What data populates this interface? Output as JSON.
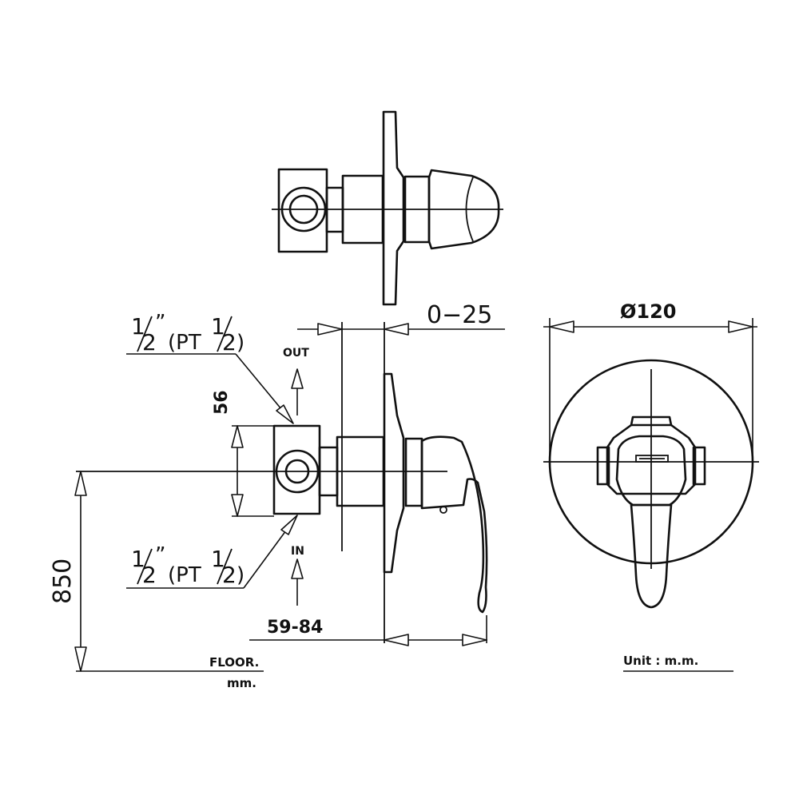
{
  "labels": {
    "thread_out_half": "1",
    "thread_out_two": "2",
    "thread_out_quote": "”",
    "thread_out_pt": "(PT",
    "thread_out_pt_half": "1",
    "thread_out_pt_two": "2",
    "thread_out_close": ")",
    "thread_in_half": "1",
    "thread_in_two": "2",
    "thread_in_quote": "”",
    "thread_in_pt": "(PT",
    "thread_in_pt_half": "1",
    "thread_in_pt_two": "2",
    "thread_in_close": ")",
    "out": "OUT",
    "in": "IN",
    "floor": "FLOOR.",
    "mm": "mm.",
    "unit": "Unit  :  m.m."
  },
  "dimensions": {
    "offset_range": "0−25",
    "center_spacing": "56",
    "mounting_height": "850",
    "wall_depth": "59-84",
    "plate_diameter": "Ø120"
  },
  "colors": {
    "line": "#111111",
    "background": "#ffffff"
  }
}
